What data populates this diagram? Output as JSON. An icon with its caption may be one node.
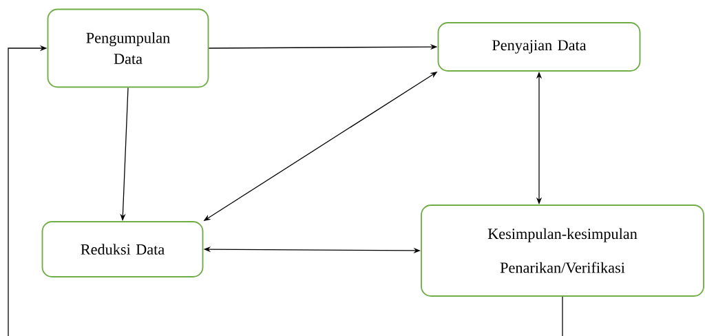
{
  "diagram": {
    "nodes": [
      {
        "text": [
          "Pengumpulan Data"
        ]
      },
      {
        "text": [
          "Penyajian Data"
        ]
      },
      {
        "text": [
          "Reduksi Data"
        ]
      },
      {
        "text": [
          "Kesimpulan-kesimpulan Penarikan/Verifikasi"
        ]
      }
    ],
    "edges": [
      {
        "from": 0,
        "to": 1,
        "arrow": "to"
      },
      {
        "from": 0,
        "to": 2,
        "arrow": "to"
      },
      {
        "from": 1,
        "to": 2,
        "arrow": "both"
      },
      {
        "from": 1,
        "to": 3,
        "arrow": "both"
      },
      {
        "from": 2,
        "to": 3,
        "arrow": "both"
      },
      {
        "from": 3,
        "to": 0,
        "arrow": "to"
      }
    ]
  }
}
